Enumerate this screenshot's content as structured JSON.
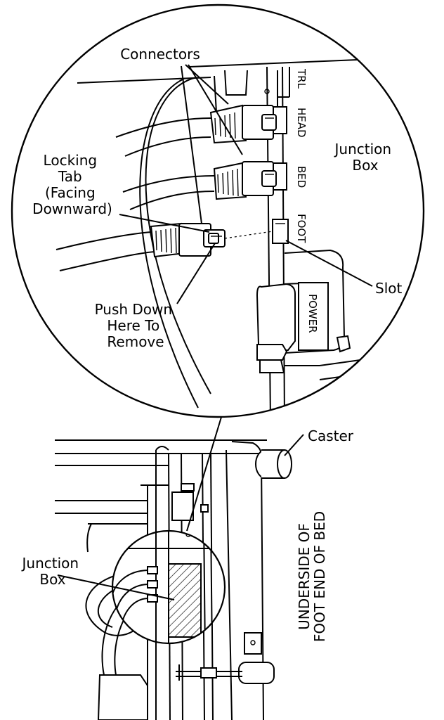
{
  "labels": {
    "connectors": "Connectors",
    "locking_tab": [
      "Locking",
      "Tab",
      "(Facing",
      "Downward)"
    ],
    "push_down": [
      "Push Down",
      "Here To",
      "Remove"
    ],
    "junction_box_detail": [
      "Junction",
      "Box"
    ],
    "slot": "Slot",
    "caster": "Caster",
    "junction_box_main": [
      "Junction",
      "Box"
    ],
    "underside": [
      "UNDERSIDE OF",
      "FOOT END OF BED"
    ]
  },
  "port_labels": {
    "trl": "TRL",
    "head": "HEAD",
    "bed": "BED",
    "foot": "FOOT",
    "power": "POWER"
  }
}
